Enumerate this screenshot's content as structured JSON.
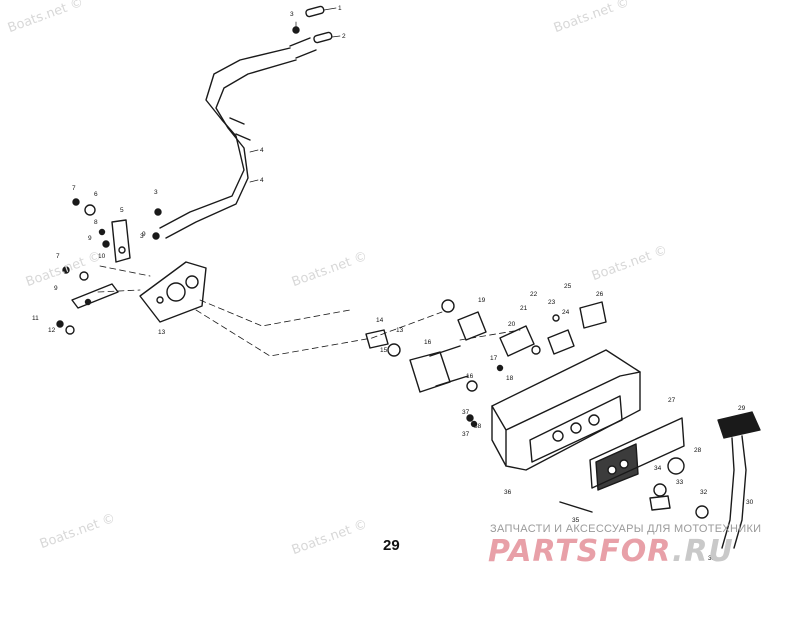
{
  "figure_number": "29",
  "watermarks": [
    "Boats.net ©",
    "Boats.net ©",
    "Boats.net ©",
    "Boats.net ©",
    "Boats.net ©",
    "Boats.net ©"
  ],
  "shop_caption": "ЗАПЧАСТИ И АКСЕССУАРЫ ДЛЯ МОТОТЕХНИКИ",
  "shop_logo_a": "PARTS",
  "shop_logo_b": "FOR",
  "shop_logo_c": ".RU",
  "part_labels": [
    "1",
    "2",
    "3",
    "4",
    "4",
    "3",
    "5",
    "6",
    "7",
    "8",
    "9",
    "9",
    "10",
    "3",
    "7",
    "9",
    "11",
    "12",
    "13",
    "14",
    "13",
    "15",
    "16",
    "17",
    "18",
    "16",
    "19",
    "20",
    "21",
    "22",
    "23",
    "24",
    "25",
    "26",
    "27",
    "28",
    "29",
    "30",
    "31",
    "32",
    "33",
    "34",
    "35",
    "36",
    "37",
    "38",
    "37"
  ],
  "colors": {
    "ink": "#1a1a1a",
    "watermark": "#d8d8d8",
    "logo": "#e8a0a8"
  }
}
